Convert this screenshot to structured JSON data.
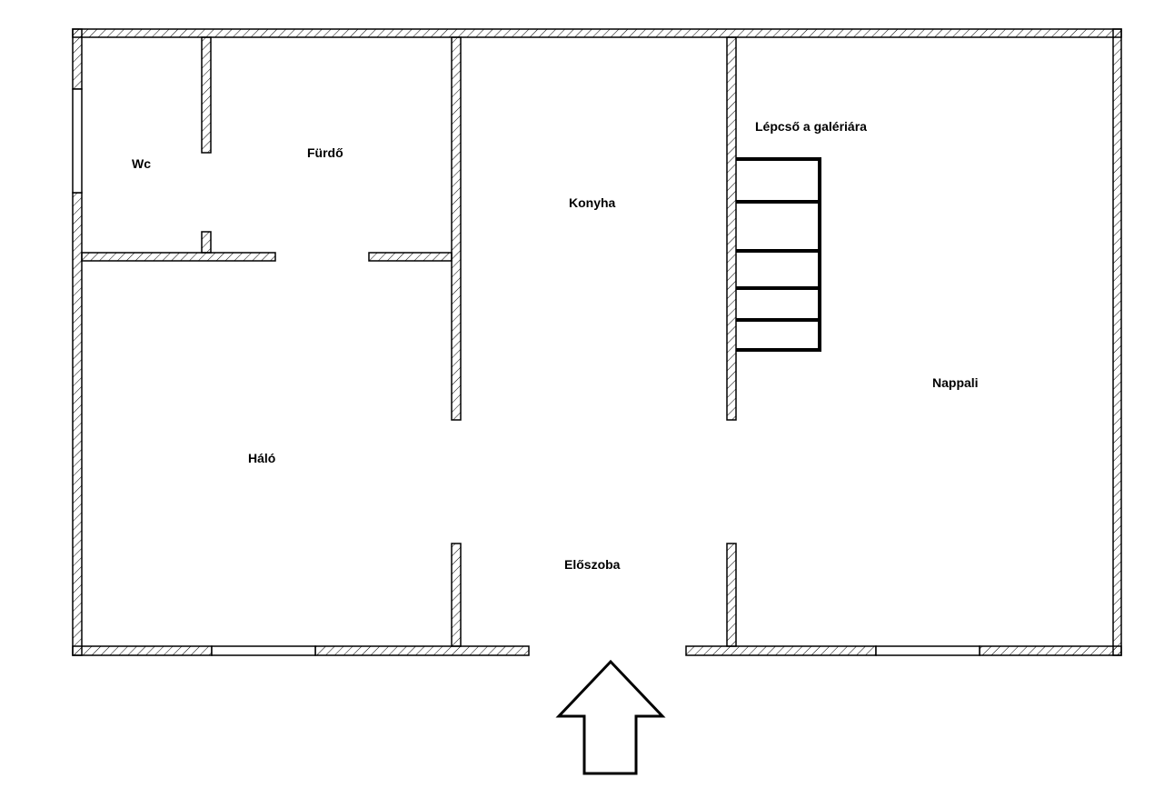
{
  "plan": {
    "rooms": {
      "wc": "Wc",
      "furdo": "Fürdő",
      "konyha": "Konyha",
      "lepcso": "Lépcső a galériára",
      "nappali": "Nappali",
      "halo": "Háló",
      "eloszoba": "Előszoba"
    },
    "colors": {
      "wall_line": "#000000",
      "background": "#ffffff"
    },
    "entrance_icon": "arrow-up-icon"
  }
}
